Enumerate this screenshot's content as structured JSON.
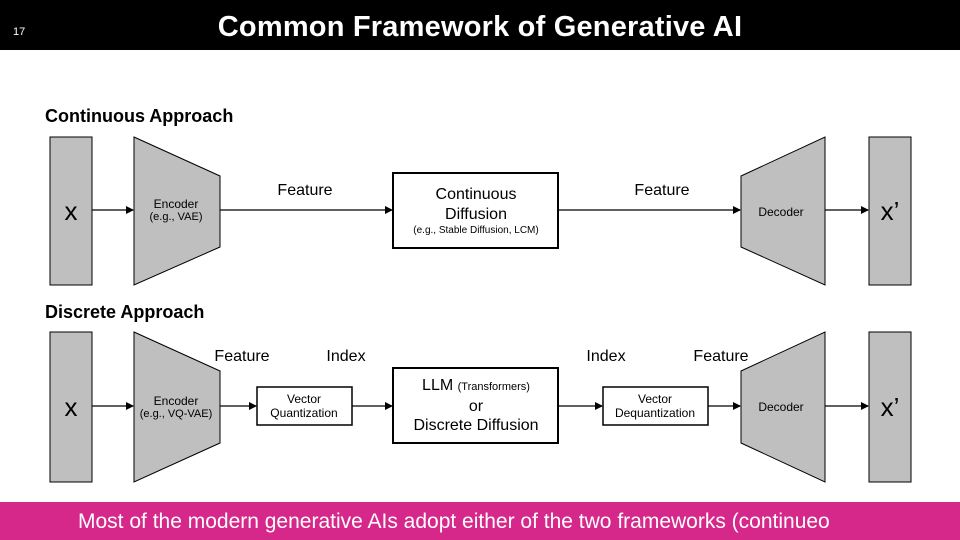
{
  "slide": {
    "number": "17",
    "title": "Common Framework of Generative AI",
    "footer": "Most of the modern generative AIs adopt either of the two frameworks (continueo"
  },
  "continuous": {
    "label": "Continuous Approach",
    "input": "x",
    "encoder": "Encoder",
    "encoder_example": "(e.g., VAE)",
    "feature_left": "Feature",
    "core_line1": "Continuous",
    "core_line2": "Diffusion",
    "core_example": "(e.g., Stable Diffusion, LCM)",
    "feature_right": "Feature",
    "decoder": "Decoder",
    "output": "x’"
  },
  "discrete": {
    "label": "Discrete Approach",
    "input": "x",
    "encoder": "Encoder",
    "encoder_example": "(e.g., VQ-VAE)",
    "feature_left": "Feature",
    "index_left": "Index",
    "vq_line1": "Vector",
    "vq_line2": "Quantization",
    "core_line1": "LLM",
    "core_paren": "(Transformers)",
    "core_or": "or",
    "core_line3": "Discrete Diffusion",
    "index_right": "Index",
    "feature_right": "Feature",
    "vdq_line1": "Vector",
    "vdq_line2": "Dequantization",
    "decoder": "Decoder",
    "output": "x’"
  },
  "colors": {
    "header_bg": "#000000",
    "footer_bg": "#d6288b",
    "block_fill": "#bfbfbf"
  }
}
